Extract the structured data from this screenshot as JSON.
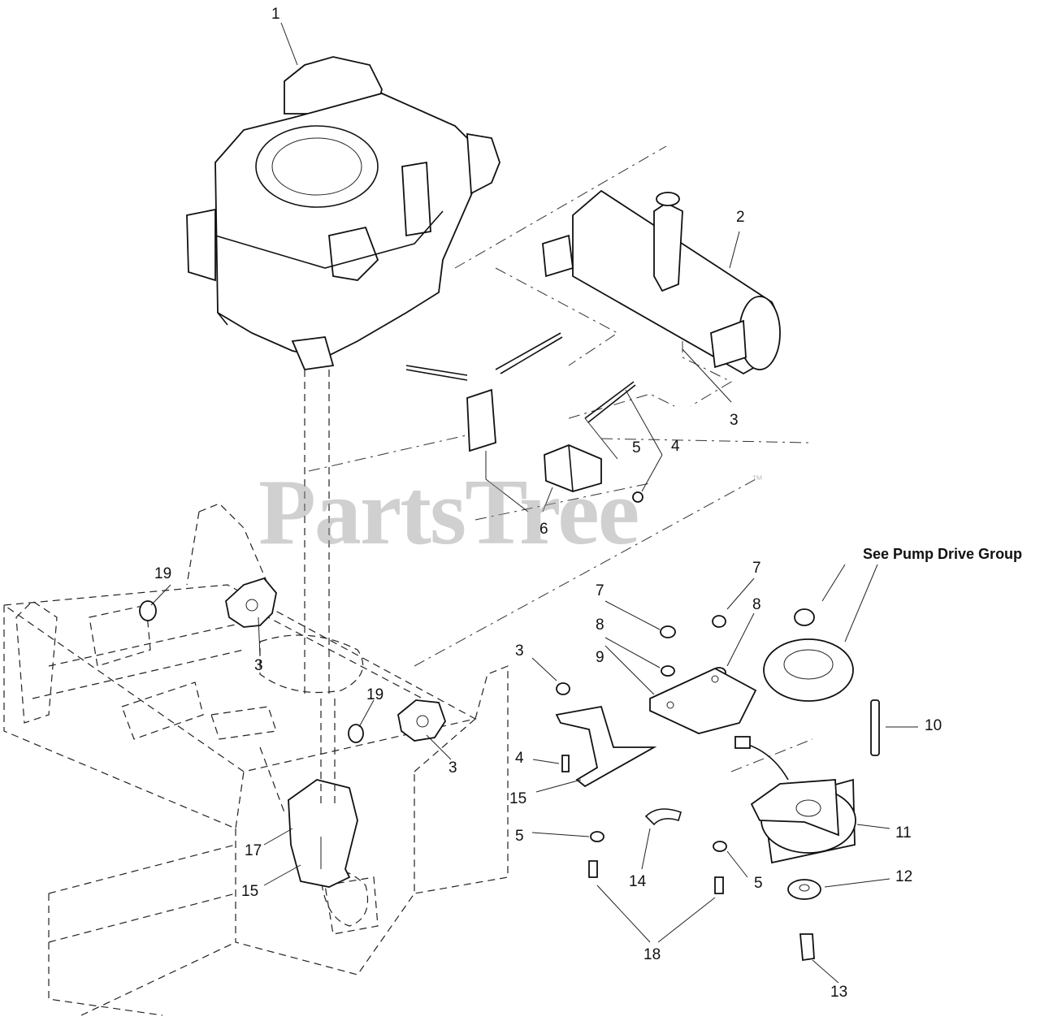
{
  "watermark": {
    "text": "PartsTree",
    "tm": "™"
  },
  "note": {
    "pump_drive": "See Pump Drive Group"
  },
  "callouts": {
    "c1": "1",
    "c2": "2",
    "c3a": "3",
    "c3b": "3",
    "c3c": "3",
    "c3d": "3",
    "c4a": "4",
    "c4b": "4",
    "c5a": "5",
    "c5b": "5",
    "c5c": "5",
    "c6": "6",
    "c7a": "7",
    "c7b": "7",
    "c8a": "8",
    "c8b": "8",
    "c9": "9",
    "c10": "10",
    "c11": "11",
    "c12": "12",
    "c13": "13",
    "c14": "14",
    "c15a": "15",
    "c15b": "15",
    "c17": "17",
    "c18": "18",
    "c19a": "19",
    "c19b": "19"
  }
}
